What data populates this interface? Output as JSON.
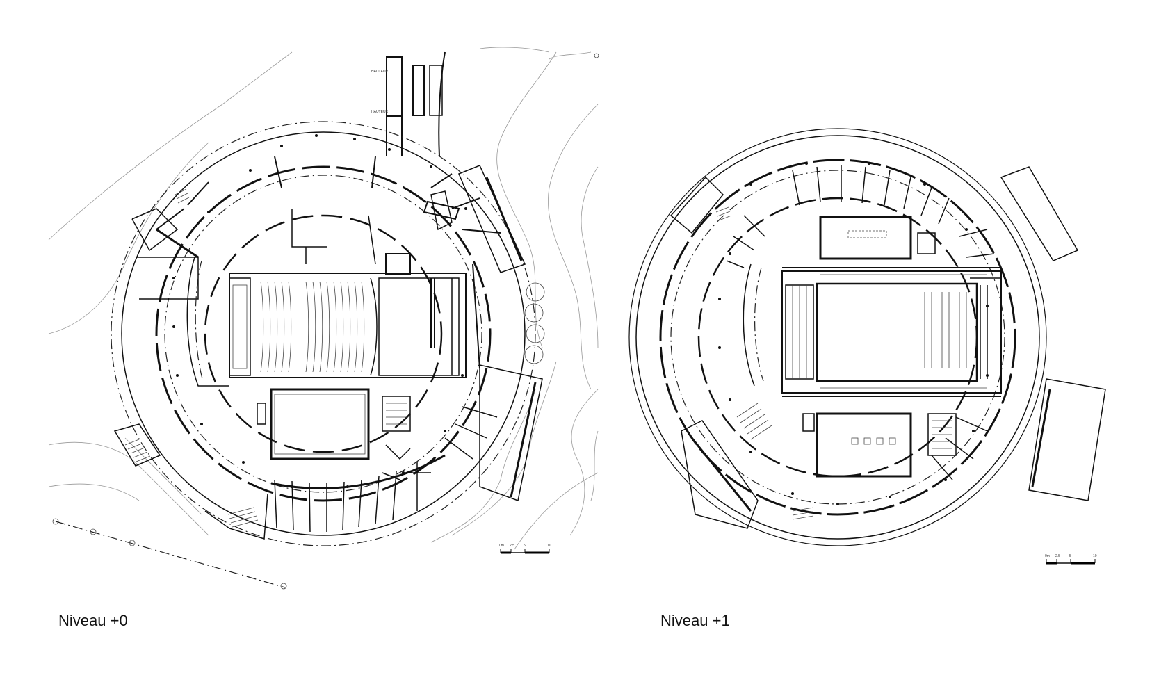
{
  "plans": [
    {
      "id": "level-0",
      "caption": "Niveau +0",
      "scale_bar": {
        "labels": [
          "0m",
          "2.5",
          "5",
          "10"
        ]
      },
      "annotations": [
        "HAUTEUR",
        "HAUTEUR"
      ]
    },
    {
      "id": "level-1",
      "caption": "Niveau +1",
      "scale_bar": {
        "labels": [
          "0m",
          "2.5",
          "5",
          "10"
        ]
      }
    }
  ],
  "colors": {
    "ink": "#111111",
    "contour": "#999999",
    "background": "#ffffff"
  }
}
